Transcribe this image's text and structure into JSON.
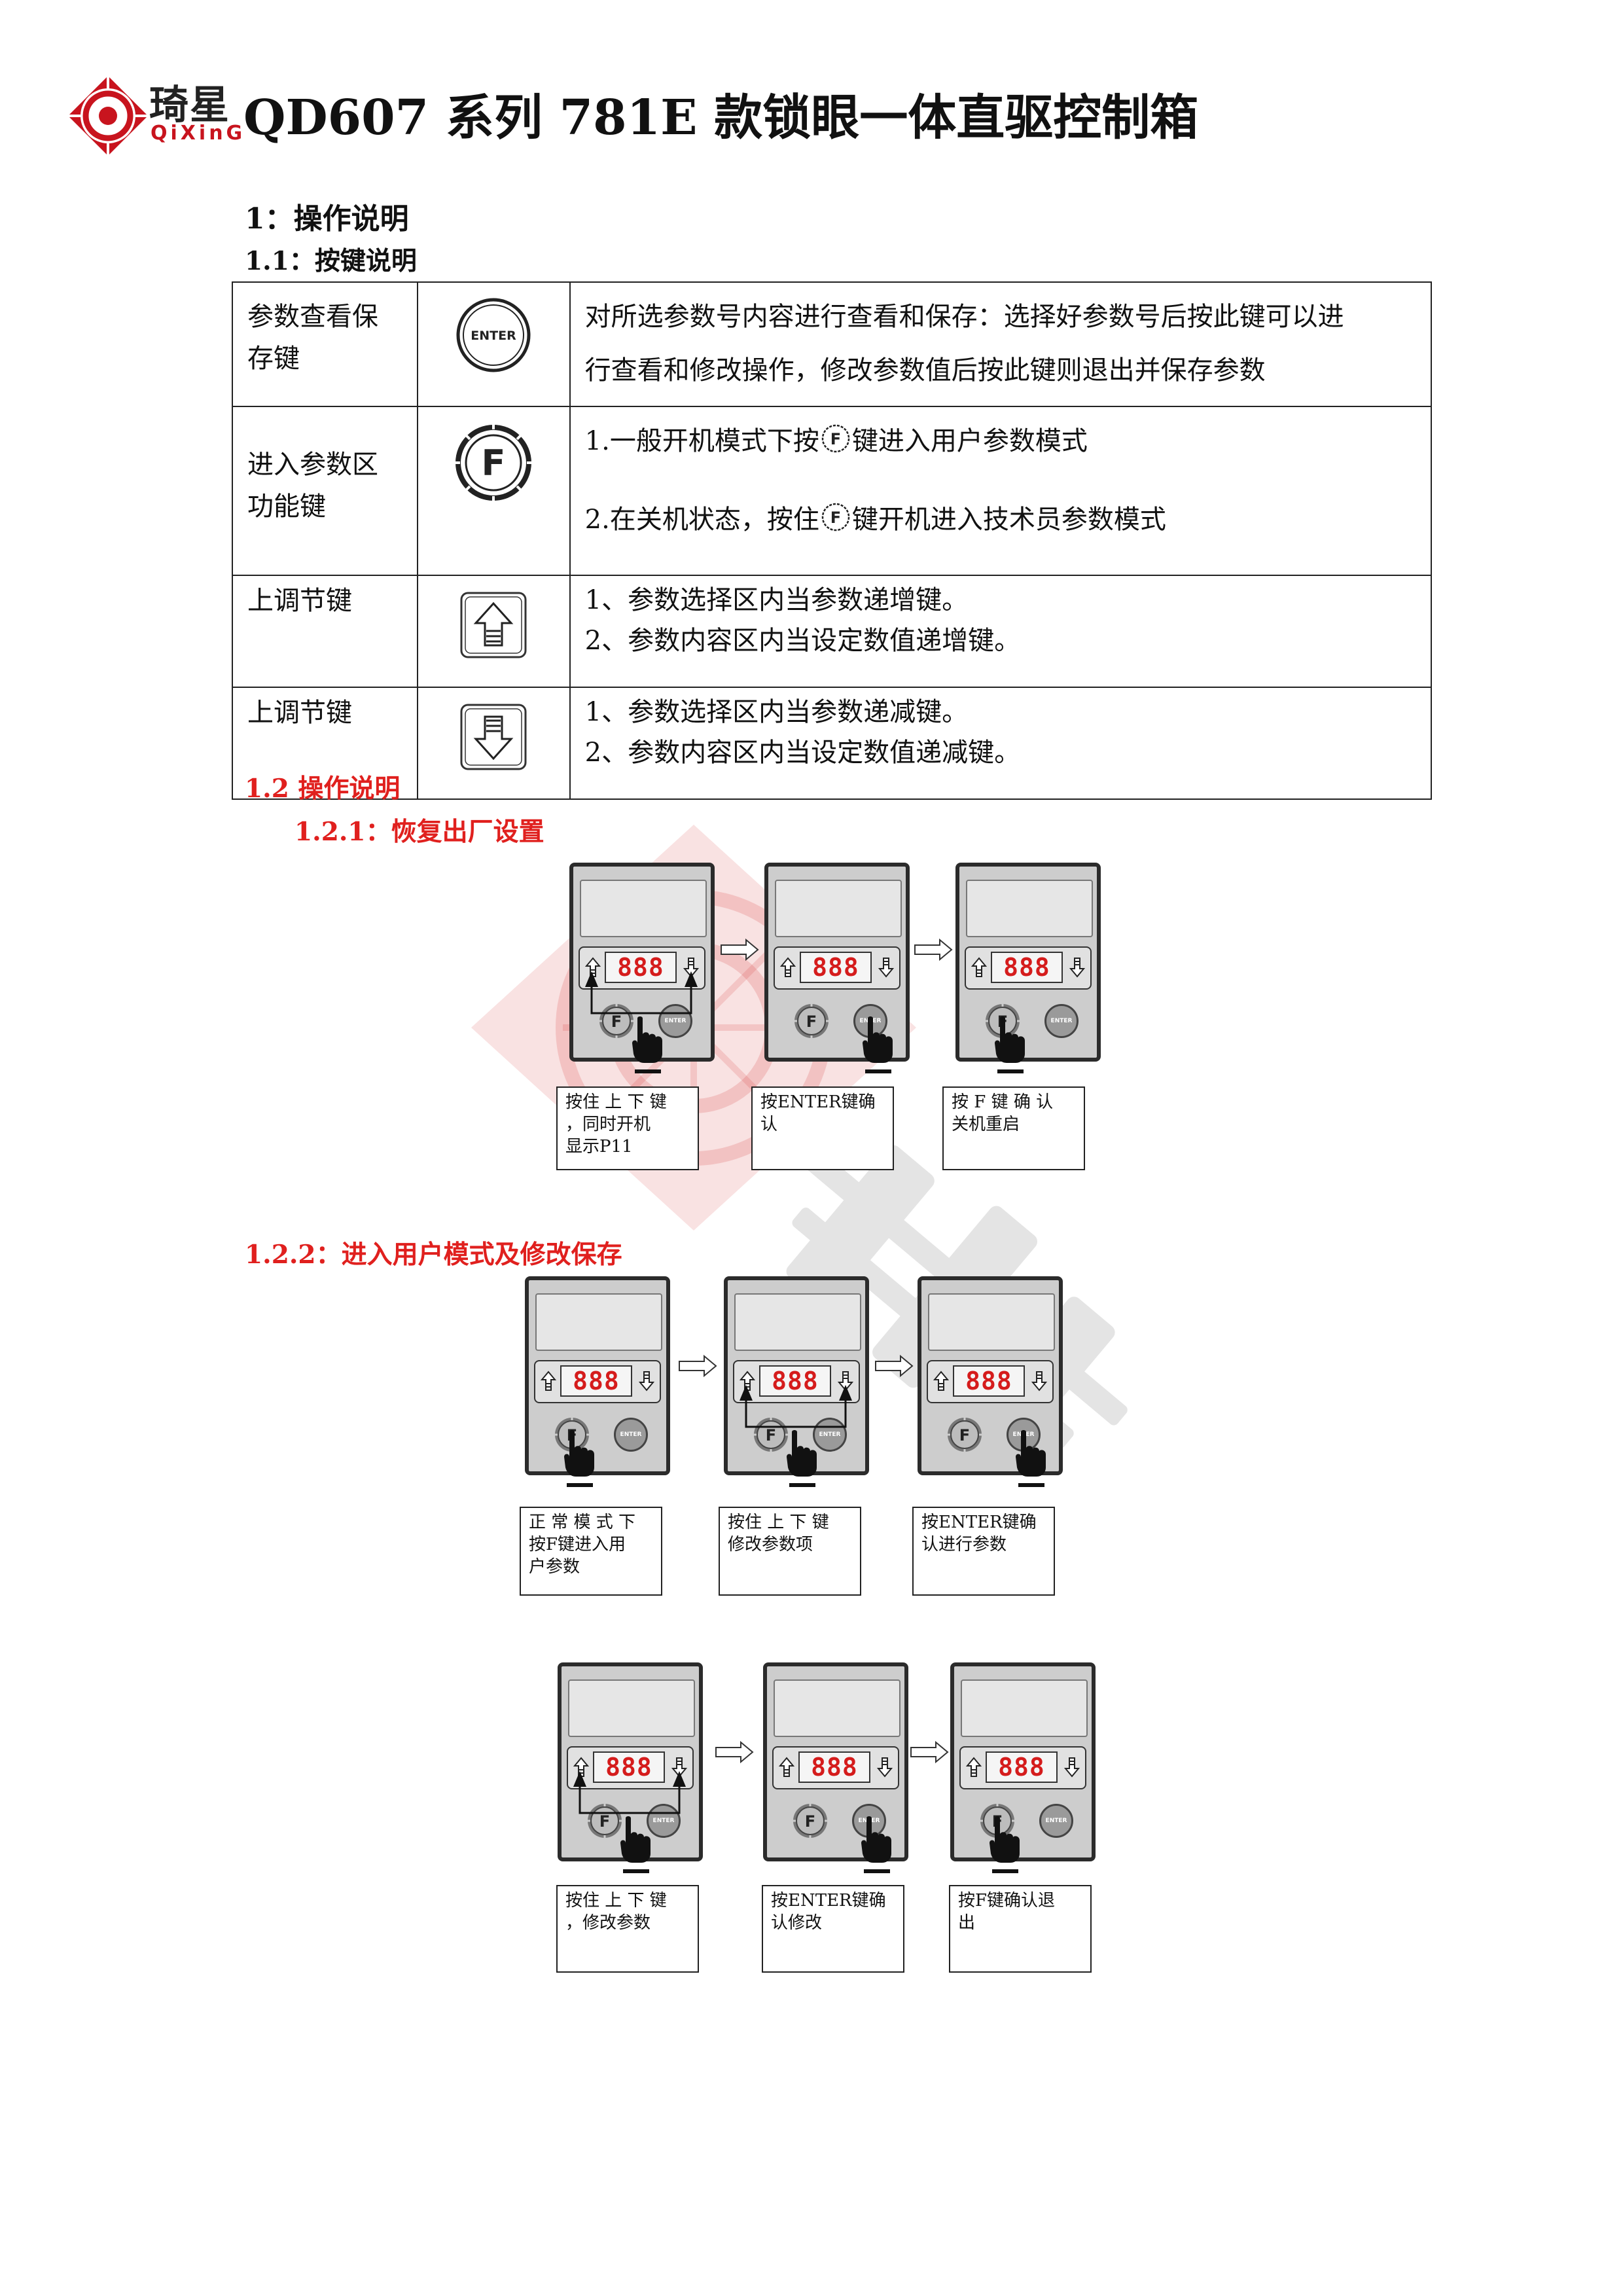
{
  "header": {
    "brand_cn": "琦星",
    "brand_en": "QiXinG",
    "title": "QD607 系列 781E 款锁眼一体直驱控制箱"
  },
  "section1": {
    "title": "1：操作说明",
    "sub1": "1.1：按键说明"
  },
  "key_table": [
    {
      "name": "参数查看保存键",
      "icon": "enter-key-icon",
      "icon_text": "ENTER",
      "desc": [
        "对所选参数号内容进行查看和保存：选择好参数号后按此键可以进",
        "行查看和修改操作，修改参数值后按此键则退出并保存参数"
      ]
    },
    {
      "name": "进入参数区功能键",
      "icon": "f-key-icon",
      "icon_text": "F",
      "desc1_pre": "1.一般开机模式下按",
      "desc1_post": "键进入用户参数模式",
      "desc2_pre": "2.在关机状态，按住",
      "desc2_post": "键开机进入技术员参数模式"
    },
    {
      "name": "上调节键",
      "icon": "up-arrow-key-icon",
      "desc": [
        "1、参数选择区内当参数递增键。",
        "2、参数内容区内当设定数值递增键。"
      ]
    },
    {
      "name": "上调节键",
      "icon": "down-arrow-key-icon",
      "desc": [
        "1、参数选择区内当参数递减键。",
        "2、参数内容区内当设定数值递减键。"
      ]
    }
  ],
  "section12": {
    "title": "1.2 操作说明",
    "sub121": "1.2.1：恢复出厂设置",
    "sub122": "1.2.2：进入用户模式及修改保存"
  },
  "panel": {
    "digits": "888",
    "enter_label": "ENTER",
    "f_label": "F"
  },
  "captions": {
    "r1": [
      "按住 上 下 键\n，同时开机\n显示P11",
      "按ENTER键确\n认",
      "按 F 键 确 认\n关机重启"
    ],
    "r2": [
      "正 常 模 式 下\n按F键进入用\n户参数",
      "按住 上 下 键\n修改参数项",
      "按ENTER键确\n认进行参数"
    ],
    "r3": [
      "按住 上 下 键\n，修改参数",
      "按ENTER键确\n认修改",
      "按F键确认退\n出"
    ]
  },
  "colors": {
    "heading_red": "#e0201e",
    "digit_red": "#d51c1c",
    "brand_red": "#c8141e"
  }
}
